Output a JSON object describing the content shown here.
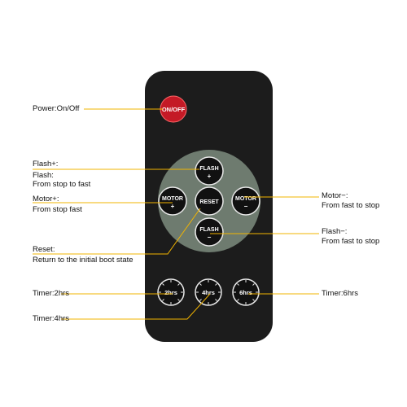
{
  "colors": {
    "remote_body": "#1c1c1c",
    "pad": "#6e7b6f",
    "power_button": "#d81e2c",
    "leader_line": "#f2b400",
    "label_text": "#111111"
  },
  "buttons": {
    "power": {
      "line1": "ON/OFF",
      "icon": "power-button"
    },
    "flash_plus": {
      "line1": "FLASH",
      "line2": "+"
    },
    "motor_plus": {
      "line1": "MOTOR",
      "line2": "+"
    },
    "reset": {
      "line1": "RESET"
    },
    "motor_minus": {
      "line1": "MOTOR",
      "line2": "−"
    },
    "flash_minus": {
      "line1": "FLASH",
      "line2": "−"
    },
    "timer_2": {
      "line1": "2hrs"
    },
    "timer_4": {
      "line1": "4hrs"
    },
    "timer_6": {
      "line1": "6hrs"
    }
  },
  "labels": {
    "power": "Power:On/Off",
    "flash_plus_title": "Flash+:",
    "flash_plus_line2": "Flash:",
    "flash_plus_line3": "From stop to fast",
    "motor_plus_title": "Motor+:",
    "motor_plus_line2": "From stop fast",
    "reset_title": "Reset:",
    "reset_line2": "Return to the initial boot state",
    "timer_2": "Timer:2hrs",
    "timer_4": "Timer:4hrs",
    "motor_minus_title": "Motor−:",
    "motor_minus_line2": "From fast to stop",
    "flash_minus_title": "Flash−:",
    "flash_minus_line2": "From fast to stop",
    "timer_6": "Timer:6hrs"
  }
}
